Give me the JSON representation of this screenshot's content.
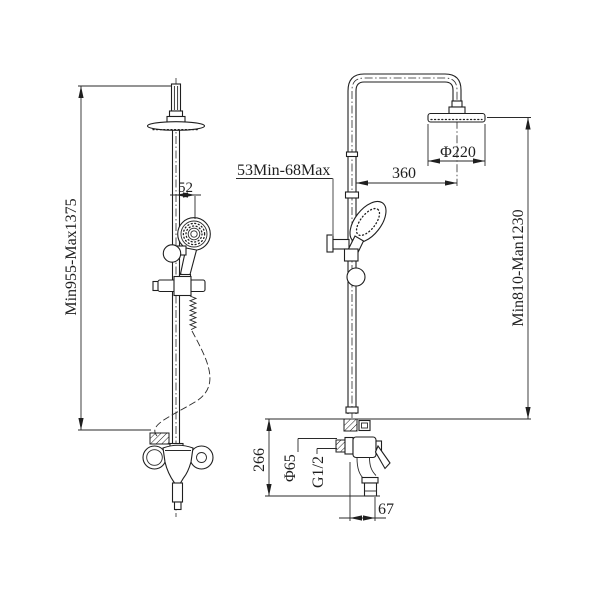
{
  "colors": {
    "ink": "#1f1f1f",
    "leader": "#8f8f8f",
    "paper": "#ffffff"
  },
  "views": {
    "side": {
      "height_range": "Min955-Max1375",
      "handshower_offset": "52"
    },
    "front": {
      "wall_clearance": "53Min-68Max",
      "arm_reach": "360",
      "head_diameter": "Φ220",
      "riser_height_range": "Min810-Man1230",
      "spout_drop": "266",
      "flange_diameter": "Φ65",
      "thread_size": "G1/2",
      "spout_reach": "67"
    }
  }
}
